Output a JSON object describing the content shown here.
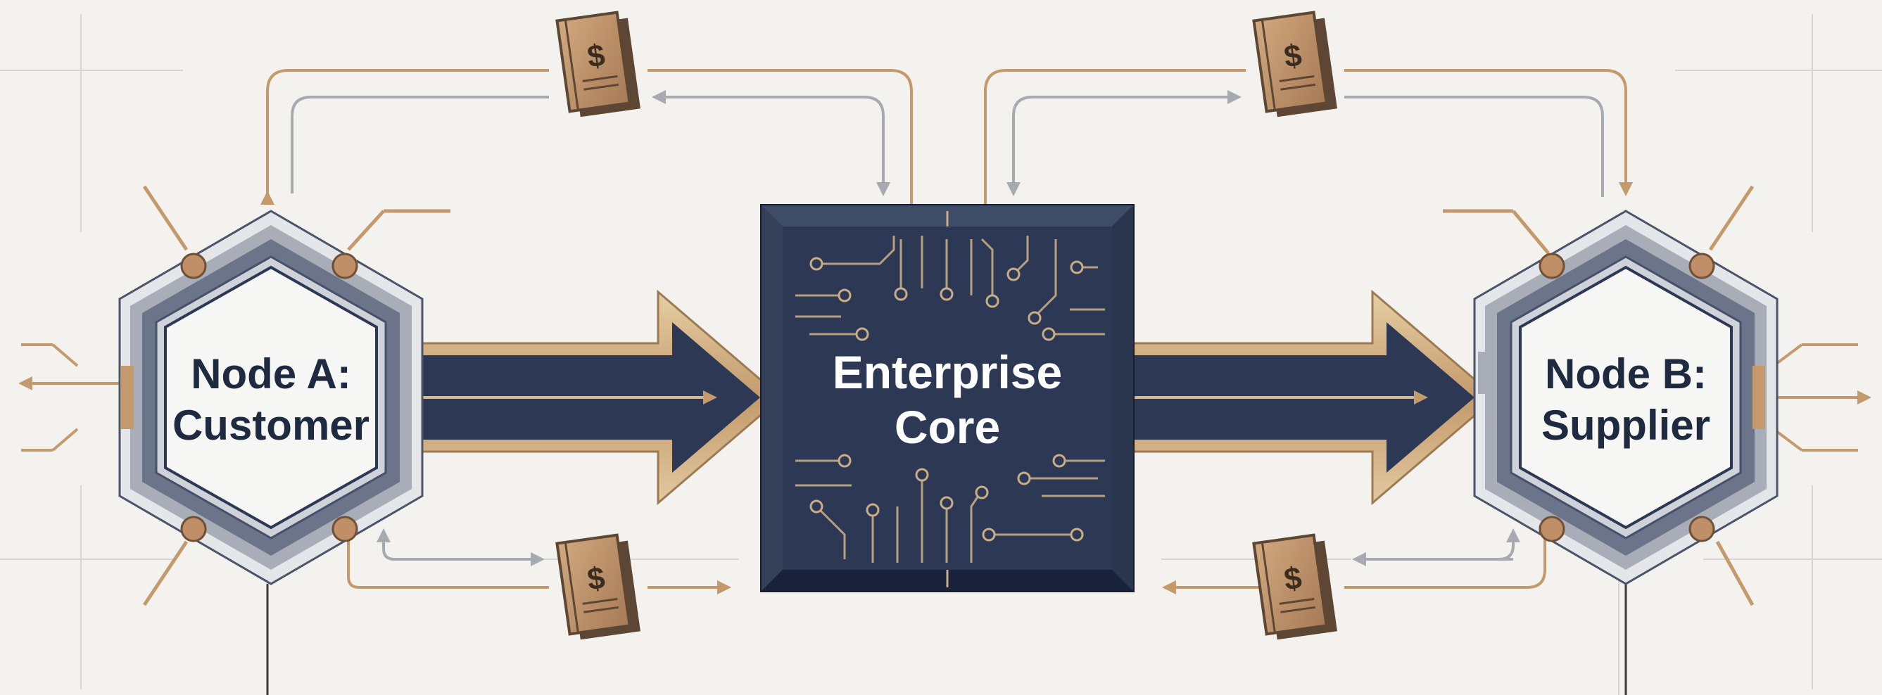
{
  "nodes": {
    "node_a": {
      "line1": "Node A:",
      "line2": "Customer"
    },
    "core": {
      "line1": "Enterprise",
      "line2": "Core"
    },
    "node_b": {
      "line1": "Node B:",
      "line2": "Supplier"
    }
  },
  "ledger_icons": {
    "symbol": "$",
    "icon": "ledger-book-icon"
  },
  "colors": {
    "background": "#f3f2ef",
    "navy": "#2d3954",
    "gold": "#c49a6c",
    "silver": "#a7abb1"
  }
}
